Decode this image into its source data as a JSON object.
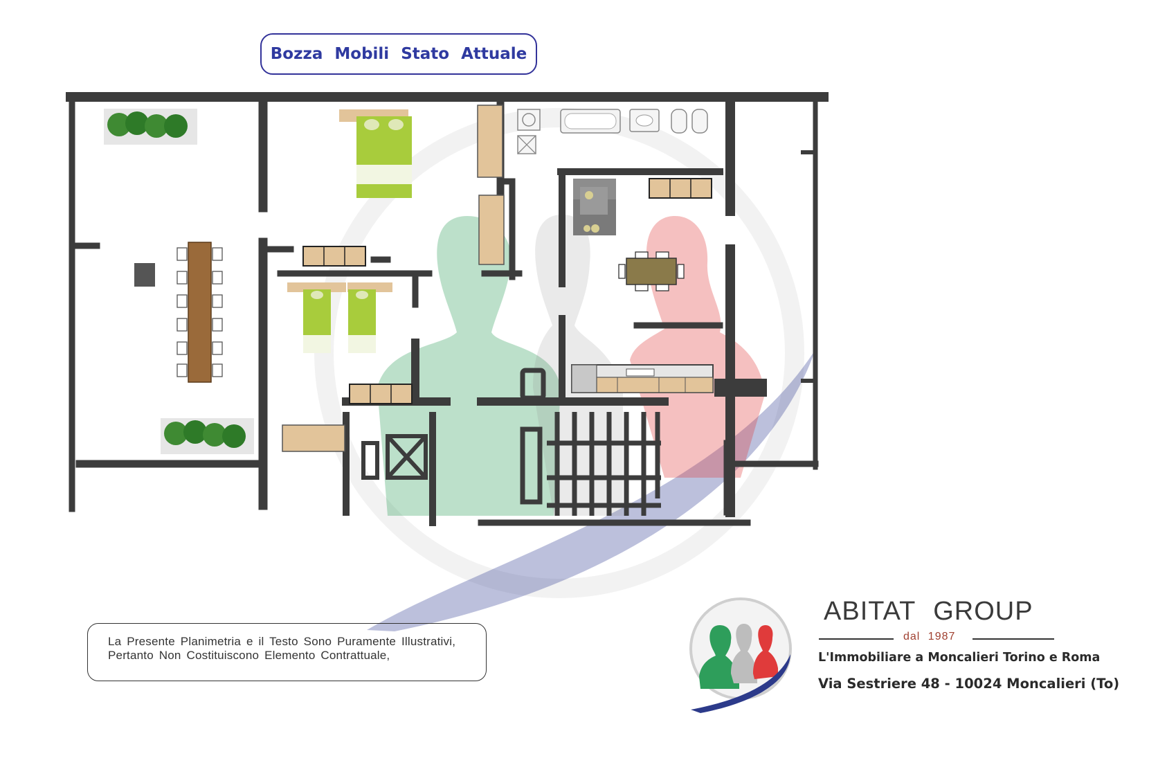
{
  "title": "Bozza  Mobili  Stato  Attuale",
  "disclaimer": {
    "line1": "La Presente Planimetria e il Testo Sono Puramente Illustrativi,",
    "line2": "Pertanto Non Costituiscono Elemento Contrattuale,"
  },
  "brand": {
    "name": "ABITAT  GROUP",
    "since": "dal  1987",
    "tagline": "L'Immobiliare a Moncalieri Torino e Roma",
    "address": "Via Sestriere 48 - 10024 Moncalieri (To)"
  },
  "colors": {
    "title_blue": "#2f3aa0",
    "wall": "#3c3c3c",
    "watermark_green": "#2e9e5b",
    "watermark_red": "#e03b3b",
    "watermark_swoosh": "#3f4b9a",
    "bed_green": "#a8cc3c",
    "furniture_wood": "#e2c49a",
    "table_wood": "#9a6a3a"
  },
  "icons": [
    "tree-icon",
    "bed-icon",
    "bathtub-icon",
    "sink-icon",
    "toilet-icon",
    "bidet-icon",
    "sofa-icon",
    "table-icon",
    "chair-icon",
    "kitchen-counter-icon",
    "stairs-icon",
    "elevator-icon",
    "logo-icon"
  ]
}
